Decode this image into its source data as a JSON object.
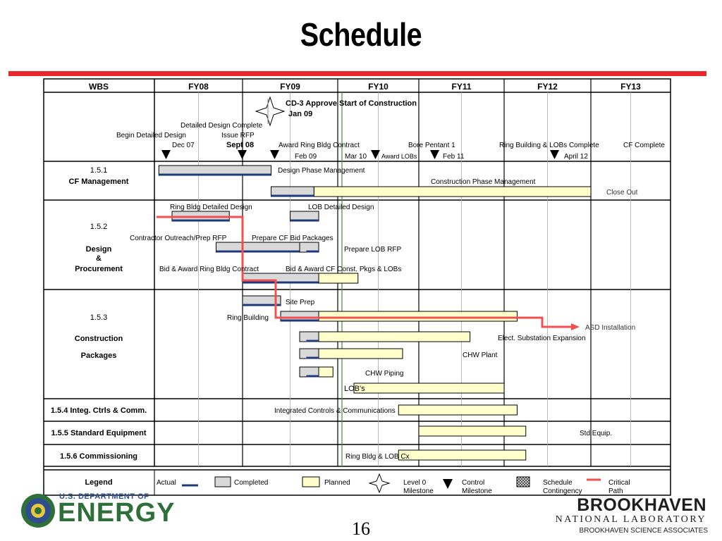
{
  "title": "Schedule",
  "page_number": "16",
  "logos": {
    "doe_top": "U.S. DEPARTMENT OF",
    "doe_main": "ENERGY",
    "bnl_main": "BROOKHAVEN",
    "bnl_sub": "NATIONAL LABORATORY",
    "bnl_assoc": "BROOKHAVEN SCIENCE ASSOCIATES"
  },
  "colors": {
    "title_bar": "#e8282b",
    "completed_fill": "#d9d9d9",
    "planned_fill": "#ffffcc",
    "actual_line": "#1f3a7a",
    "critical_path": "#f05050",
    "grid": "#000000"
  },
  "chart_data": {
    "type": "gantt",
    "header": {
      "wbs": "WBS",
      "fiscal_years": [
        "FY08",
        "FY09",
        "FY10",
        "FY11",
        "FY12",
        "FY13"
      ]
    },
    "milestones": [
      {
        "label": "CD-3 Approve Start of Construction",
        "date": "Jan 09",
        "type": "level0"
      },
      {
        "label": "Begin Detailed Design",
        "date": "Dec 07",
        "type": "control"
      },
      {
        "label": "Detailed Design Complete",
        "date": "",
        "type": "control"
      },
      {
        "label": "Issue RFP",
        "date": "Sept 08",
        "type": "control"
      },
      {
        "label": "Award Ring Bldg Contract",
        "date": "Feb 09",
        "type": "control"
      },
      {
        "label": "Award LOBs",
        "date": "Mar 10",
        "type": "control"
      },
      {
        "label": "Bore Pentant 1",
        "date": "Feb 11",
        "type": "control"
      },
      {
        "label": "Ring Building & LOBs Complete",
        "date": "April 12",
        "type": "control"
      },
      {
        "label": "CF Complete",
        "date": "",
        "type": "label"
      }
    ],
    "rows": [
      {
        "id": "r151",
        "wbs_lines": [
          "1.5.1",
          "CF Management"
        ]
      },
      {
        "id": "r152",
        "wbs_lines": [
          "1.5.2",
          "Design",
          "&",
          "Procurement"
        ]
      },
      {
        "id": "r153",
        "wbs_lines": [
          "1.5.3",
          "Construction",
          "Packages"
        ]
      },
      {
        "id": "r154",
        "wbs_lines": [
          "1.5.4 Integ. Ctrls & Comm."
        ]
      },
      {
        "id": "r155",
        "wbs_lines": [
          "1.5.5 Standard Equipment"
        ]
      },
      {
        "id": "r156",
        "wbs_lines": [
          "1.5.6 Commissioning"
        ]
      }
    ],
    "tasks": [
      {
        "label": "Design Phase Management",
        "completed": [
          2007.8,
          2009.05
        ],
        "actual": [
          2007.8,
          2009.05
        ],
        "planned": null
      },
      {
        "label": "Construction Phase Management",
        "completed": [
          2009.05,
          2009.5
        ],
        "actual": [
          2009.05,
          2009.5
        ],
        "planned": [
          2009.5,
          2012.75
        ]
      },
      {
        "label": "Close Out",
        "completed": null,
        "actual": null,
        "planned": null
      },
      {
        "label": "Ring Bldg Detailed Design",
        "completed": [
          2007.95,
          2008.6
        ],
        "actual": [
          2007.95,
          2008.6
        ],
        "planned": null
      },
      {
        "label": "LOB Detailed Design",
        "completed": [
          2009.25,
          2009.55
        ],
        "actual": [
          2009.25,
          2009.55
        ],
        "planned": null
      },
      {
        "label": "Contractor Outreach/Prep RFP",
        "completed": [
          2008.45,
          2009.35
        ],
        "actual": [
          2008.45,
          2009.35
        ],
        "planned": null
      },
      {
        "label": "Prepare CF Bid Packages",
        "completed": null,
        "actual": null,
        "planned": null
      },
      {
        "label": "Prepare LOB RFP",
        "completed": [
          2009.35,
          2009.55
        ],
        "actual": [
          2009.42,
          2009.55
        ],
        "planned": null
      },
      {
        "label": "Bid & Award Ring Bldg Contract",
        "completed": [
          2008.75,
          2009.75
        ],
        "actual": [
          2008.75,
          2009.75
        ],
        "planned": null
      },
      {
        "label": "Bid & Award CF Const. Pkgs & LOBs",
        "completed": null,
        "actual": null,
        "planned": [
          2009.55,
          2010.0
        ]
      },
      {
        "label": "Site Prep",
        "completed": [
          2008.75,
          2009.15
        ],
        "actual": [
          2008.75,
          2009.15
        ],
        "planned": null
      },
      {
        "label": "Ring Building",
        "completed": [
          2009.15,
          2009.55
        ],
        "actual": [
          2009.15,
          2009.55
        ],
        "planned": [
          2009.55,
          2011.9
        ]
      },
      {
        "label": "ASD Installation",
        "completed": null,
        "actual": null,
        "planned": null
      },
      {
        "label": "Elect. Substation Expansion",
        "completed": [
          2009.35,
          2009.55
        ],
        "actual": [
          2009.42,
          2009.55
        ],
        "planned": [
          2009.55,
          2011.35
        ]
      },
      {
        "label": "CHW Plant",
        "completed": [
          2009.35,
          2009.55
        ],
        "actual": [
          2009.42,
          2009.55
        ],
        "planned": [
          2009.55,
          2010.55
        ]
      },
      {
        "label": "CHW Piping",
        "completed": [
          2009.35,
          2009.55
        ],
        "actual": [
          2009.42,
          2009.55
        ],
        "planned": [
          2009.55,
          2009.7
        ]
      },
      {
        "label": "LOB's",
        "completed": null,
        "actual": null,
        "planned": [
          2009.95,
          2011.75
        ]
      },
      {
        "label": "Integrated Controls & Communications",
        "completed": null,
        "actual": null,
        "planned": [
          2010.5,
          2011.9
        ]
      },
      {
        "label": "Std Equip.",
        "completed": null,
        "actual": null,
        "planned": [
          2010.75,
          2012.0
        ]
      },
      {
        "label": "Ring Bldg & LOB Cx",
        "completed": null,
        "actual": null,
        "planned": [
          2010.5,
          2012.0
        ]
      }
    ],
    "legend": {
      "title": "Legend",
      "items": [
        "Actual",
        "Completed",
        "Planned",
        "Level 0 Milestone",
        "Control Milestone",
        "Schedule Contingency",
        "Critical Path"
      ]
    }
  }
}
